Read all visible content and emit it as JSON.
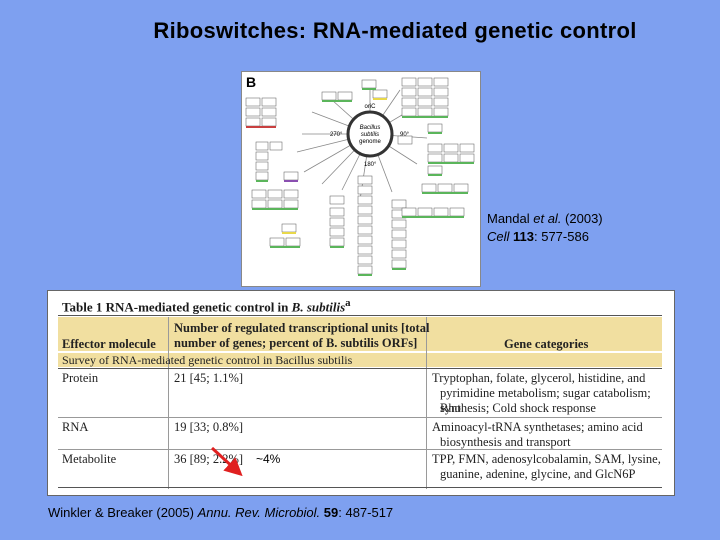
{
  "slide": {
    "title": "Riboswitches: RNA-mediated genetic control",
    "approx_label": "~4%",
    "arrow_color": "#e02020"
  },
  "figure": {
    "panel_letter": "B",
    "genome_label_1": "Bacillus",
    "genome_label_2": "subtilis",
    "genome_label_3": "genome",
    "ori_label": "oriC",
    "deg90": "90°",
    "deg180": "180°",
    "deg270": "270°",
    "box_color_green": "#5bb55b",
    "box_color_purple": "#8a4fb0",
    "box_color_yellow": "#e8d84a",
    "box_color_red": "#c84040"
  },
  "citation1": {
    "line1_pre": "Mandal ",
    "line1_em": "et al.",
    "line1_post": " (2003)",
    "line2_em": "Cell",
    "line2_bold": " 113",
    "line2_post": ": 577-586"
  },
  "table": {
    "title_pre": "Table 1   RNA-mediated genetic control in ",
    "title_em": "B. subtilis",
    "title_sup": "a",
    "header_col1": "Effector molecule",
    "header_col2_line1": "Number of regulated transcriptional units [total",
    "header_col2_line2": "number of genes; percent of B. subtilis ORFs]",
    "header_col3": "Gene categories",
    "survey_row": "Survey of RNA-mediated genetic control in Bacillus subtilis",
    "rows": [
      {
        "effector": "Protein",
        "count": "21 [45; 1.1%]",
        "categories_1": "Tryptophan, folate, glycerol, histidine, and",
        "categories_2": "pyrimidine metabolism; sugar catabolism; Rho",
        "categories_3": "synthesis; Cold shock response"
      },
      {
        "effector": "RNA",
        "count": "19 [33; 0.8%]",
        "categories_1": "Aminoacyl-tRNA synthetases; amino acid",
        "categories_2": "biosynthesis and transport",
        "categories_3": ""
      },
      {
        "effector": "Metabolite",
        "count": "36 [89; 2.2%]",
        "categories_1": "TPP, FMN, adenosylcobalamin, SAM, lysine,",
        "categories_2": "guanine, adenine, glycine, and GlcN6P",
        "categories_3": ""
      }
    ]
  },
  "citation2": {
    "pre": "Winkler & Breaker  (2005) ",
    "em": "Annu. Rev. Microbiol.",
    "bold": " 59",
    "post": ": 487-517"
  }
}
